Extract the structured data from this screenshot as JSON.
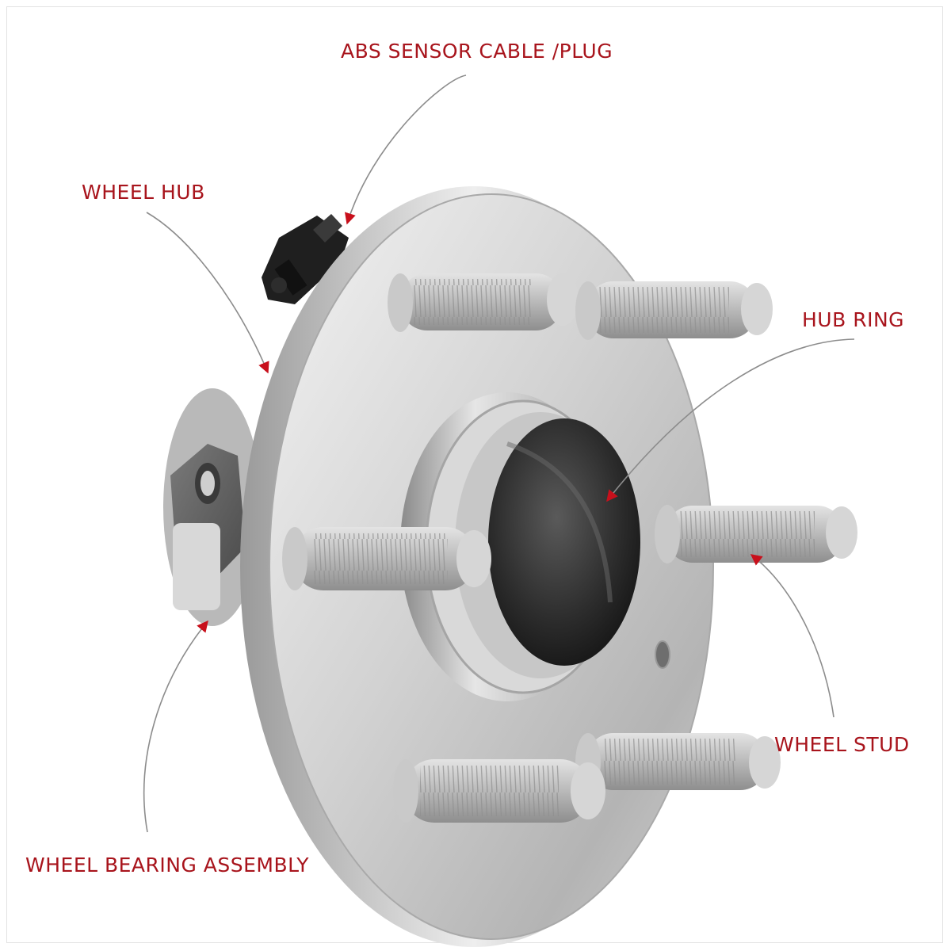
{
  "diagram": {
    "subject": "wheel hub bearing assembly",
    "accent_color": "#a8141c",
    "leader_color": "#8c8c8c",
    "callouts": {
      "abs_sensor": "ABS SENSOR CABLE /PLUG",
      "wheel_hub": "WHEEL HUB",
      "hub_ring": "HUB RING",
      "wheel_stud": "WHEEL STUD",
      "bearing_assembly": "WHEEL BEARING ASSEMBLY"
    }
  }
}
